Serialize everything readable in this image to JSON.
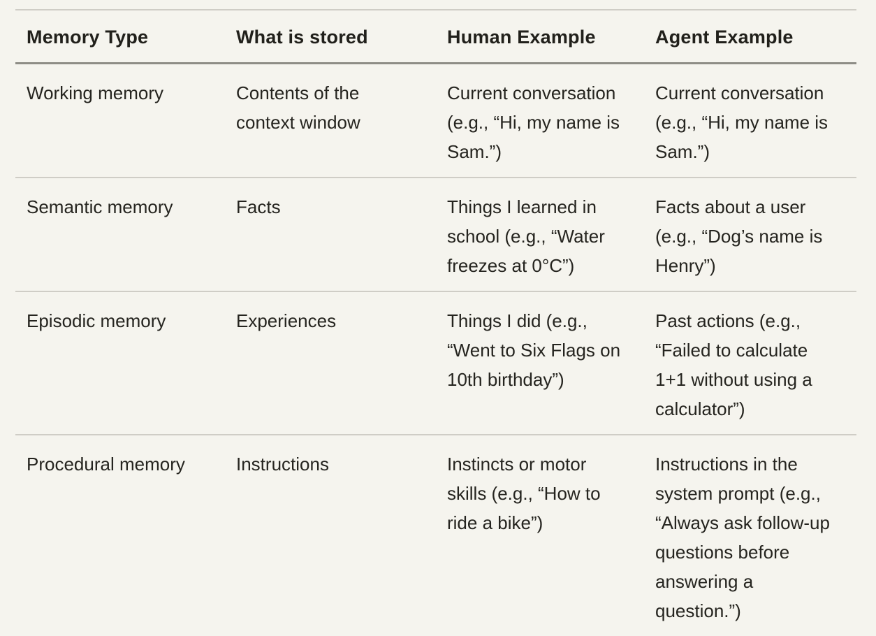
{
  "page": {
    "background_color": "#f5f4ee",
    "text_color": "#25241f",
    "divider_light_color": "#cfcdc6",
    "divider_dark_color": "#8e8d86"
  },
  "table": {
    "columns": [
      "Memory Type",
      "What is stored",
      "Human Example",
      "Agent Example"
    ],
    "rows": [
      {
        "cells": [
          "Working memory",
          "Contents of the context window",
          "Current conversation (e.g., “Hi, my name is Sam.”)",
          "Current conversation (e.g., “Hi, my name is Sam.”)"
        ]
      },
      {
        "cells": [
          "Semantic memory",
          "Facts",
          "Things I learned in school (e.g., “Water freezes at 0°C”)",
          "Facts about a user (e.g., “Dog’s name is Henry”)"
        ]
      },
      {
        "cells": [
          "Episodic memory",
          "Experiences",
          "Things I did (e.g., “Went to Six Flags on 10th birthday”)",
          "Past actions (e.g., “Failed to calculate 1+1 without using a calculator”)"
        ]
      },
      {
        "cells": [
          "Procedural memory",
          "Instructions",
          "Instincts or motor skills (e.g., “How to ride a bike”)",
          "Instructions in the system prompt (e.g., “Always ask follow-up questions before answering a question.”)"
        ]
      }
    ]
  }
}
